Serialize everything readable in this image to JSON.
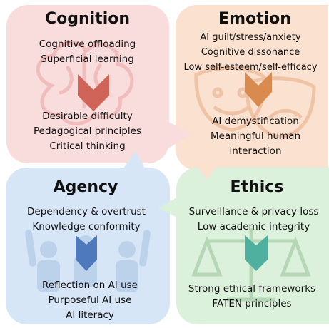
{
  "quadrants": {
    "cognition": {
      "title": "Cognition",
      "challenges": [
        "Cognitive offloading",
        "Superficial learning"
      ],
      "solutions": [
        "Desirable difficulty",
        "Pedagogical principles",
        "Critical thinking"
      ],
      "color": "#f9dcdc",
      "arrow_color": "#d16459",
      "background_icon": "brain-icon"
    },
    "emotion": {
      "title": "Emotion",
      "challenges": [
        "AI guilt/stress/anxiety",
        "Cognitive dissonance",
        "Low self-esteem/self-efficacy"
      ],
      "solutions": [
        "AI demystification",
        "Meaningful human",
        "interaction"
      ],
      "color": "#fbe1cf",
      "arrow_color": "#d98a4e",
      "background_icon": "theater-masks-icon"
    },
    "agency": {
      "title": "Agency",
      "challenges": [
        "Dependency & overtrust",
        "Knowledge conformity"
      ],
      "solutions": [
        "Reflection on AI use",
        "Purposeful AI use",
        "AI literacy"
      ],
      "color": "#d7e6f6",
      "arrow_color": "#4e79bd",
      "background_icon": "people-raising-hands-icon"
    },
    "ethics": {
      "title": "Ethics",
      "challenges": [
        "Surveillance & privacy loss",
        "Low academic integrity"
      ],
      "solutions": [
        "Strong ethical frameworks",
        "FATEN principles"
      ],
      "color": "#dcf1dc",
      "arrow_color": "#4fb0a0",
      "background_icon": "balance-scale-icon"
    }
  }
}
